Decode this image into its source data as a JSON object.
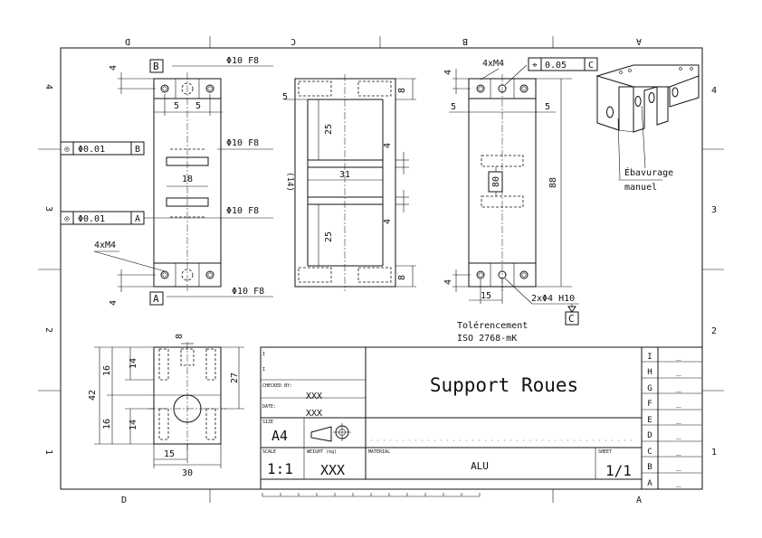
{
  "border": {
    "cols_top": [
      "D",
      "C",
      "B",
      "A"
    ],
    "cols_bottom": [
      "D",
      "A"
    ],
    "rows_left": [
      "4",
      "3",
      "2",
      "1"
    ],
    "rows_right": [
      "4",
      "3",
      "2",
      "1"
    ]
  },
  "front_view": {
    "datum_b": "B",
    "datum_a": "A",
    "dim_top_offset": "4",
    "dim_bottom_offset": "4",
    "callout_bore_top": "Φ10 F8",
    "callout_bore_mid1": "Φ10 F8",
    "callout_bore_mid2": "Φ10 F8",
    "callout_bore_bottom": "Φ10 F8",
    "dim_hole_left": "5",
    "dim_hole_right": "5",
    "dim_slot_width": "18",
    "tap_label": "4xM4",
    "fcf_top": {
      "symbol": "◎",
      "value": "Φ0.01",
      "datum": "B"
    },
    "fcf_bottom": {
      "symbol": "◎",
      "value": "Φ0.01",
      "datum": "A"
    }
  },
  "section_view": {
    "dim_left": "5",
    "dim_top_gap": "25",
    "dim_bottom_gap": "25",
    "dim_inner_width": "31",
    "dim_ref": "(14)",
    "dim_rib_top": "4",
    "dim_rib_bottom": "4",
    "dim_flange_top": "8",
    "dim_flange_bottom": "8"
  },
  "side_view": {
    "tap_label": "4xM4",
    "fcf": {
      "symbol": "⌖",
      "value": "0.05",
      "datum": "C"
    },
    "dim_top": "4",
    "dim_bottom": "4",
    "dim_left_hole": "5",
    "dim_right_hole": "5",
    "dim_height": "88",
    "dim_mid": "80",
    "dim_hole_spacing": "15",
    "hole_label": "2xΦ4 H10",
    "datum_c": "C"
  },
  "bottom_view": {
    "dim_tab": "8",
    "dim_overall_height": "42",
    "dim_upper_16": "16",
    "dim_lower_16": "16",
    "dim_upper_14": "14",
    "dim_lower_14": "14",
    "dim_right_27": "27",
    "dim_width_15": "15",
    "dim_width_30": "30"
  },
  "iso_view": {
    "note_line1": "Ébavurage",
    "note_line2": "manuel"
  },
  "tolerance_note": {
    "line1": "Tolérencement",
    "line2": "ISO 2768-mK"
  },
  "title_block": {
    "label_checked": "CHECKED BY:",
    "label_date": "DATE:",
    "checked_value": "XXX",
    "date_value": "XXX",
    "label_size": "SIZE",
    "size_value": "A4",
    "label_scale": "SCALE",
    "scale_value": "1:1",
    "label_weight": "WEIGHT (kg)",
    "weight_value": "XXX",
    "label_material": "MATERIAL",
    "material_value": "ALU",
    "label_sheet": "SHEET",
    "sheet_value": "1/1",
    "title": "Support Roues",
    "label_i": "I",
    "label_i2": "I"
  },
  "revision_table": {
    "letters": [
      "I",
      "H",
      "G",
      "F",
      "E",
      "D",
      "C",
      "B",
      "A"
    ],
    "values": [
      "_",
      "_",
      "_",
      "_",
      "_",
      "_",
      "_",
      "_",
      "_"
    ]
  }
}
